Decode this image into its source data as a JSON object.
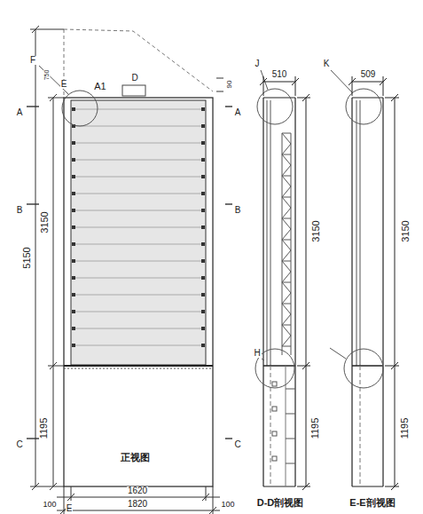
{
  "diagram": {
    "labels": [
      "F",
      "750",
      "E",
      "A1",
      "D",
      "90",
      "A",
      "A",
      "B",
      "B",
      "5150",
      "3150",
      "1195",
      "C",
      "C",
      "正视图",
      "100",
      "1620",
      "100",
      "1820",
      "E",
      "J",
      "510",
      "3150",
      "H",
      "1195",
      "D-D剖视图",
      "K",
      "509",
      "3150",
      "1195",
      "E-E剖视图"
    ]
  }
}
